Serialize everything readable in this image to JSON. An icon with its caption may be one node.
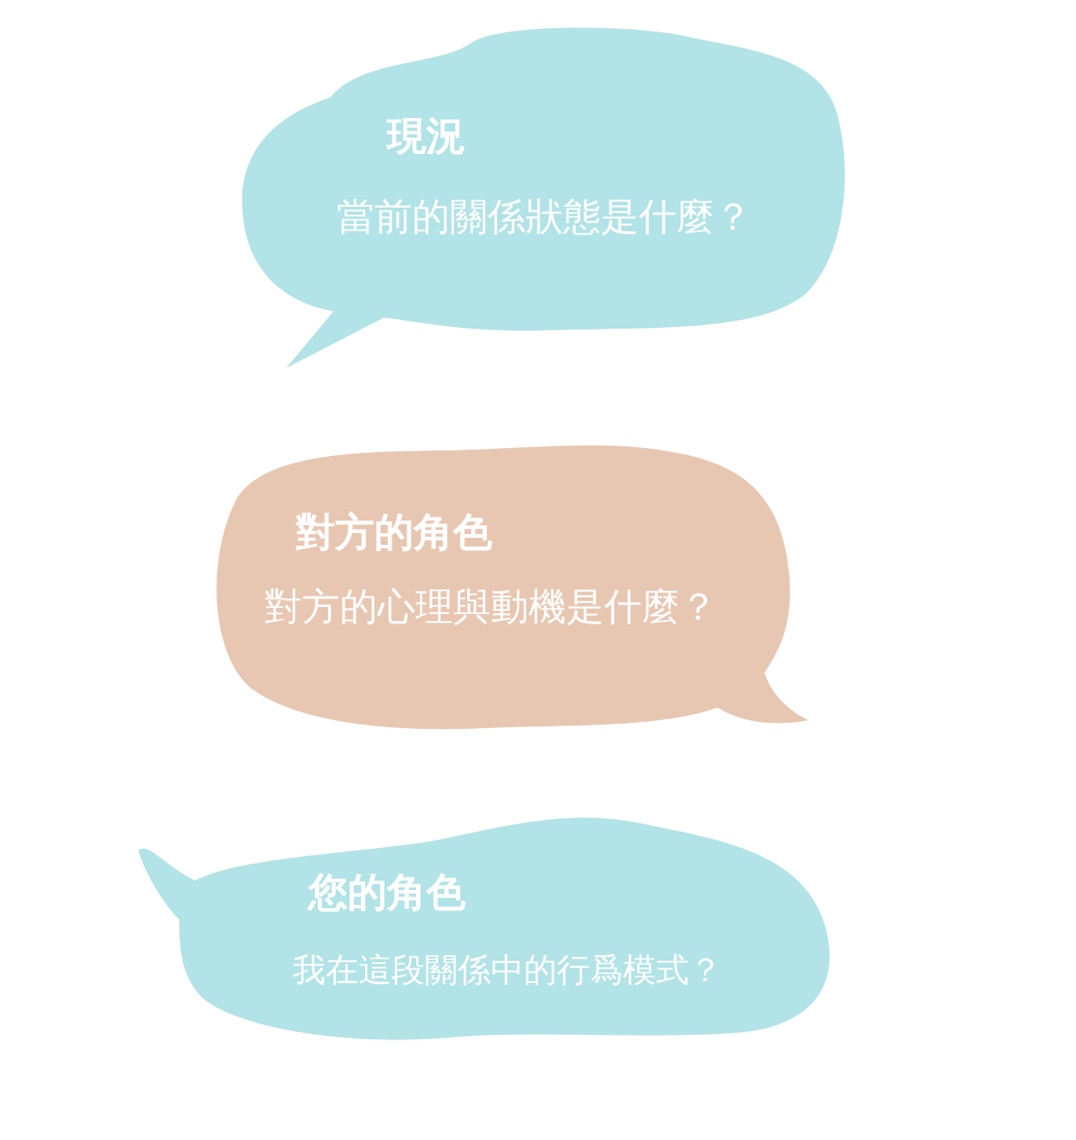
{
  "diagram": {
    "nodes": [
      {
        "text": [
          "現況",
          "當前的關係狀態是什麼？"
        ]
      },
      {
        "text": [
          "對方的角色",
          "對方的心理與動機是什麼？"
        ]
      },
      {
        "text": [
          "您的角色",
          "我在這段關係中的行爲模式？"
        ]
      }
    ]
  }
}
